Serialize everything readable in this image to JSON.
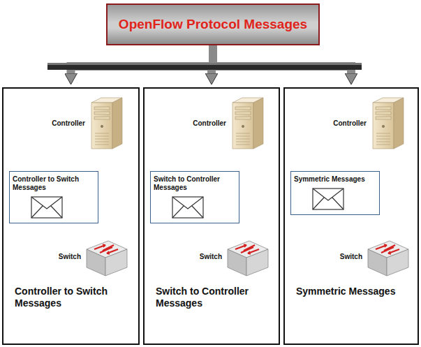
{
  "diagram": {
    "nodes": [
      {
        "text": [
          "OpenFlow Protocol Messages"
        ]
      },
      {
        "text": [
          "Controller to Switch Messages"
        ]
      },
      {
        "text": [
          "Controller"
        ],
        "in": 1
      },
      {
        "text": [
          "Controller to Switch Messages"
        ],
        "in": 1
      },
      {
        "text": [
          "Switch"
        ],
        "in": 1
      },
      {
        "text": [
          "Switch to Controller Messages"
        ]
      },
      {
        "text": [
          "Controller"
        ],
        "in": 5
      },
      {
        "text": [
          "Switch to Controller Messages"
        ],
        "in": 5
      },
      {
        "text": [
          "Switch"
        ],
        "in": 5
      },
      {
        "text": [
          "Symmetric Messages"
        ]
      },
      {
        "text": [
          "Controller"
        ],
        "in": 9
      },
      {
        "text": [
          "Symmetric Messages"
        ],
        "in": 9
      },
      {
        "text": [
          "Switch"
        ],
        "in": 9
      }
    ],
    "edges": [
      {
        "from": 0,
        "to": 1,
        "arrow": "to"
      },
      {
        "from": 0,
        "to": 5,
        "arrow": "to"
      },
      {
        "from": 0,
        "to": 9,
        "arrow": "to"
      },
      {
        "from": 2,
        "to": 4,
        "arrow": "to"
      },
      {
        "from": 2,
        "to": 4,
        "arrow": "none"
      },
      {
        "from": 8,
        "to": 6,
        "arrow": "to"
      },
      {
        "from": 6,
        "to": 8,
        "arrow": "none"
      },
      {
        "from": 10,
        "to": 12,
        "arrow": "to"
      },
      {
        "from": 12,
        "to": 10,
        "arrow": "to"
      },
      {
        "from": 10,
        "to": 12,
        "arrow": "none"
      }
    ]
  }
}
